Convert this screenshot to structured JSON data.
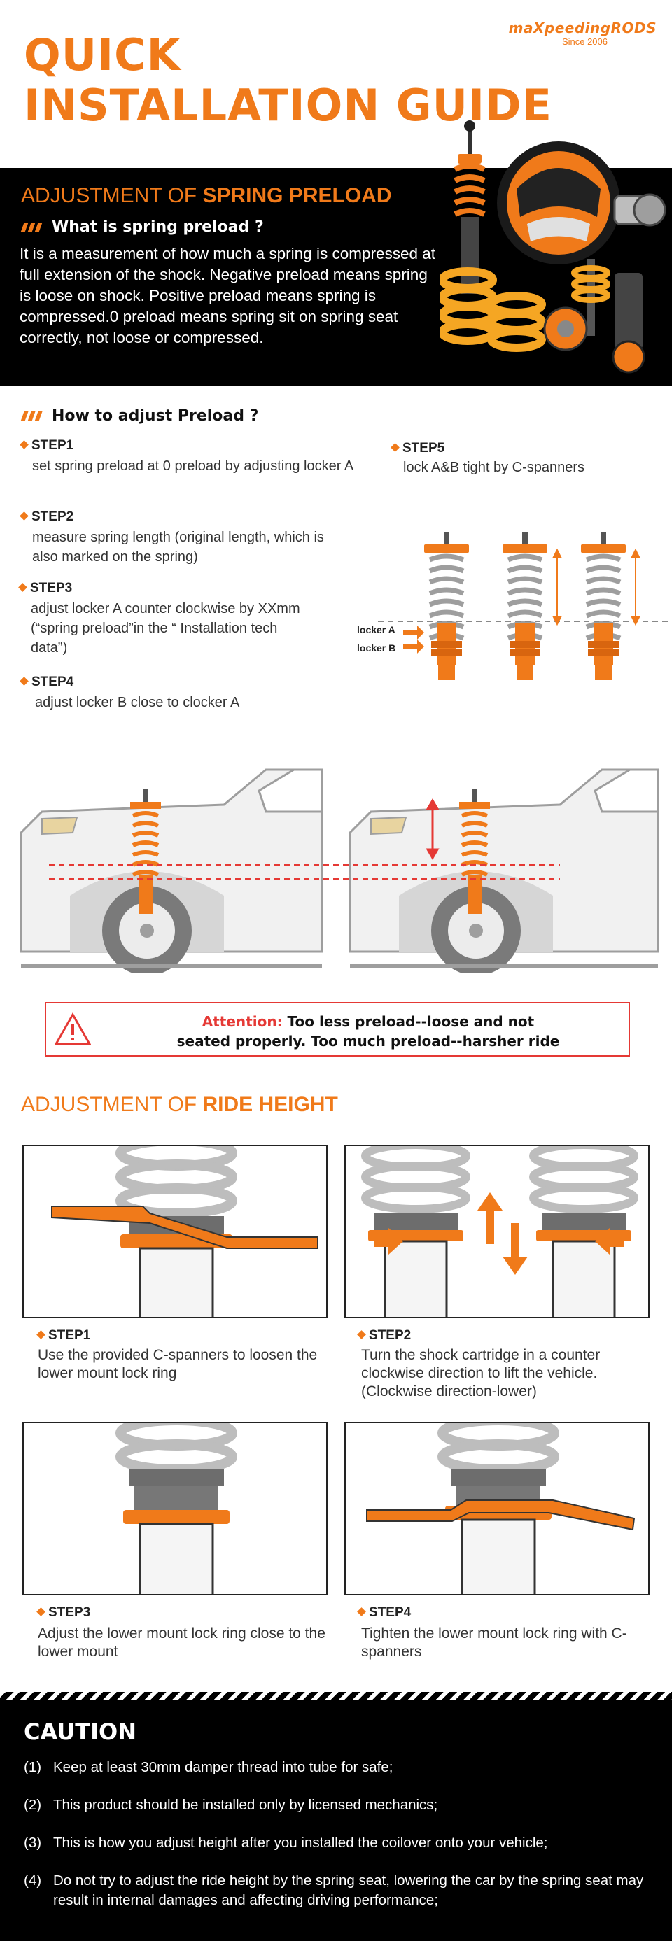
{
  "header": {
    "title_line1": "QUICK",
    "title_line2": "INSTALLATION GUIDE",
    "brand": "maXpeedingRODS",
    "since": "Since 2006"
  },
  "preload": {
    "title_normal": "ADJUSTMENT OF ",
    "title_bold": "SPRING  PRELOAD",
    "what_heading": "What is spring preload ?",
    "what_text": "It is a measurement of how much a spring is compressed at full extension of the shock. Negative preload means spring is loose on shock. Positive preload means spring is compressed.0 preload means spring sit on spring seat correctly, not loose or compressed.",
    "how_heading": "How to adjust Preload ?",
    "steps": [
      {
        "label": "STEP1",
        "text": "set spring preload at 0 preload by adjusting locker A"
      },
      {
        "label": "STEP2",
        "text": "measure spring length (original length, which is also marked on the spring)"
      },
      {
        "label": "STEP3",
        "text": "adjust locker A counter clockwise by XXmm (“spring preload”in the “ Installation tech data”)"
      },
      {
        "label": "STEP4",
        "text": "adjust locker B close to clocker A"
      },
      {
        "label": "STEP5",
        "text": "lock A&B tight by C-spanners"
      }
    ],
    "locker_a": "locker A",
    "locker_b": "locker B"
  },
  "attention": {
    "label": "Attention:",
    "text_part1": " Too less preload--loose and not",
    "text_part2": "seated properly. Too much preload--harsher ride"
  },
  "ride_height": {
    "title_normal": "ADJUSTMENT OF ",
    "title_bold": "RIDE HEIGHT",
    "steps": [
      {
        "label": "STEP1",
        "text": "Use the provided C-spanners to loosen the lower mount lock ring"
      },
      {
        "label": "STEP2",
        "text": "Turn the shock cartridge in a counter clockwise direction to lift the vehicle.(Clockwise direction-lower)"
      },
      {
        "label": "STEP3",
        "text": "Adjust the lower mount lock ring close to the lower mount"
      },
      {
        "label": "STEP4",
        "text": "Tighten the lower mount lock ring with C-spanners"
      }
    ]
  },
  "caution": {
    "title": "CAUTION",
    "items": [
      {
        "num": "(1)",
        "text": "Keep at least 30mm damper thread into tube for safe;"
      },
      {
        "num": "(2)",
        "text": "This product should be installed only by licensed mechanics;"
      },
      {
        "num": "(3)",
        "text": "This is how you adjust height after you installed the coilover onto your vehicle;"
      },
      {
        "num": "(4)",
        "text": "Do not try to adjust the ride height by the spring seat, lowering the car by the spring seat may result in internal damages and affecting driving performance;"
      }
    ]
  },
  "colors": {
    "accent": "#f07a1a",
    "black": "#000000",
    "alert_red": "#e53935",
    "grey_line": "#9e9e9e"
  }
}
